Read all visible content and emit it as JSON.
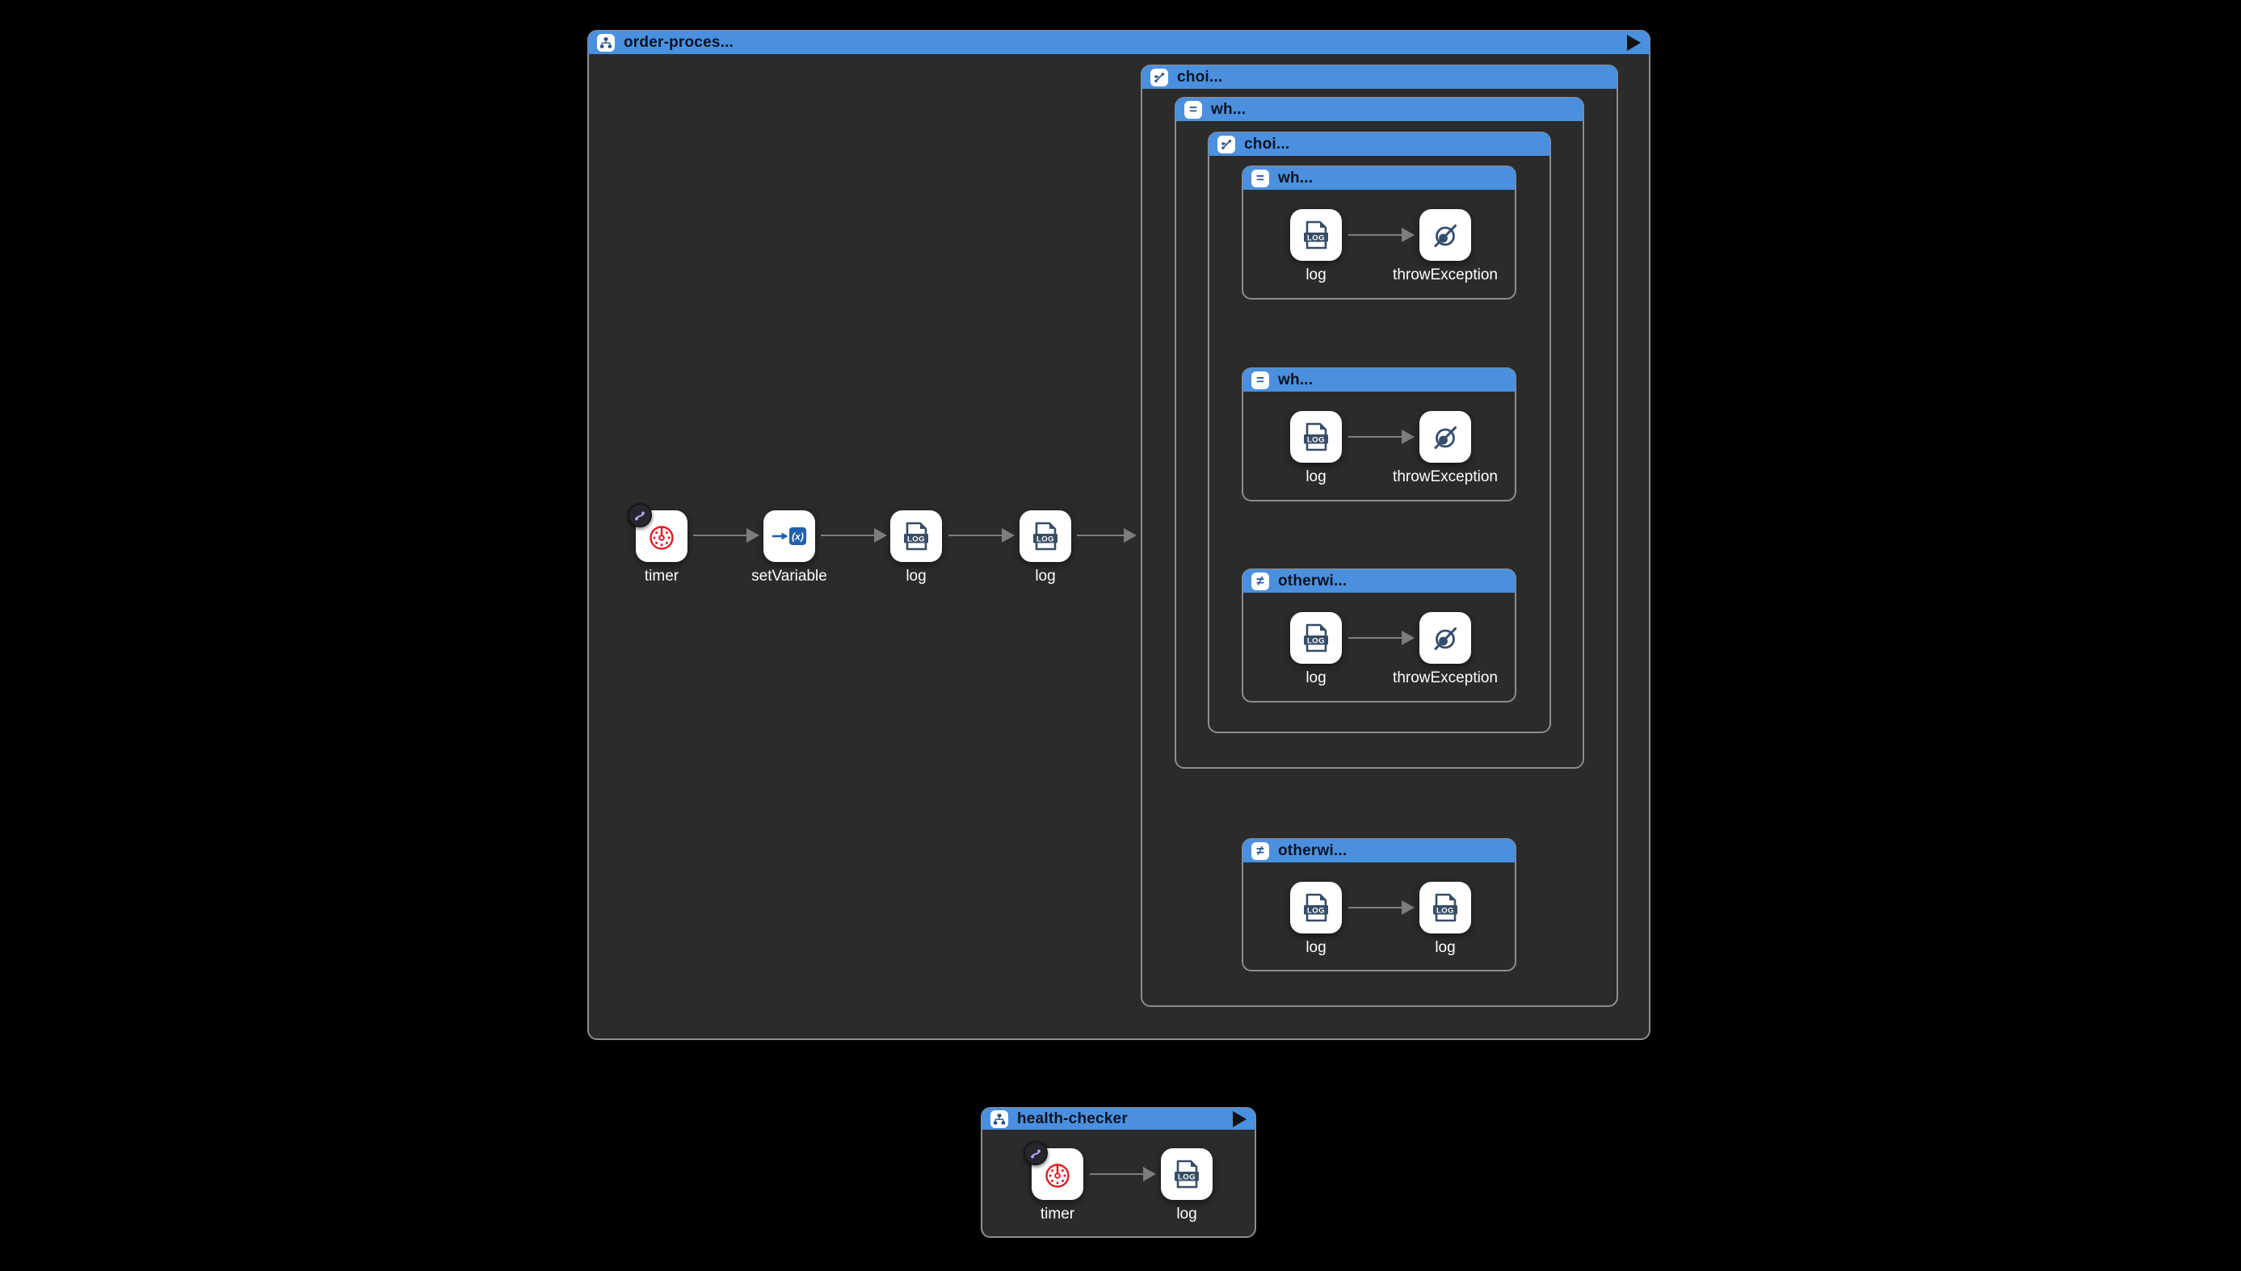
{
  "colors": {
    "canvas_bg": "#000000",
    "container_bg": "#2b2b2b",
    "container_border": "#8d8d8d",
    "header_blue": "#4a90de",
    "header_text": "#0a1322",
    "node_bg": "#ffffff",
    "node_label": "#ffffff",
    "arrow_gray": "#7d7d7d",
    "timer_red": "#e01b24",
    "icon_navy": "#384d66",
    "variable_blue": "#2160ae",
    "badge_glyph_blue": "#2b5d9f",
    "route_badge_bg": "#26262d",
    "route_badge_purple": "#b7a5f5",
    "play_black": "#111111"
  },
  "icons": {
    "when_glyph": "=",
    "otherwise_glyph": "≠",
    "log_text": "LOG",
    "variable_text": "(x)"
  },
  "main_route": {
    "title": "order-proces...",
    "steps": [
      {
        "label": "timer"
      },
      {
        "label": "setVariable"
      },
      {
        "label": "log"
      },
      {
        "label": "log"
      }
    ],
    "choice": {
      "title": "choi...",
      "when": {
        "title": "wh...",
        "choice": {
          "title": "choi...",
          "branches": [
            {
              "title": "wh...",
              "steps": [
                {
                  "label": "log"
                },
                {
                  "label": "throwException"
                }
              ]
            },
            {
              "title": "wh...",
              "steps": [
                {
                  "label": "log"
                },
                {
                  "label": "throwException"
                }
              ]
            },
            {
              "title": "otherwi...",
              "steps": [
                {
                  "label": "log"
                },
                {
                  "label": "throwException"
                }
              ]
            }
          ]
        }
      },
      "otherwise": {
        "title": "otherwi...",
        "steps": [
          {
            "label": "log"
          },
          {
            "label": "log"
          }
        ]
      }
    }
  },
  "health_route": {
    "title": "health-checker",
    "steps": [
      {
        "label": "timer"
      },
      {
        "label": "log"
      }
    ]
  }
}
